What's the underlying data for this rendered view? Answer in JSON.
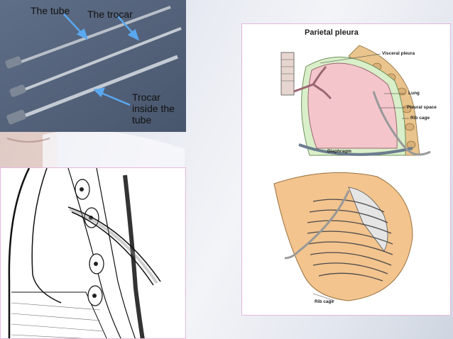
{
  "photo": {
    "label_tube": "The tube",
    "label_trocar": "The trocar",
    "label_trocar_inside": "Trocar inside the tube"
  },
  "pleura_figure": {
    "title": "Parietal pleura",
    "visceral": "Visceral pleura",
    "lung": "Lung",
    "space": "Pleural space",
    "ribcage": "Rib cage",
    "diaphragm": "Diaphragm",
    "ribcage_lower": "Rib cage"
  },
  "colors": {
    "label_arrow": "#5aa8f0",
    "lung": "#f4c6cc",
    "pleura": "#d9efc9",
    "skin": "#f3c48e"
  }
}
